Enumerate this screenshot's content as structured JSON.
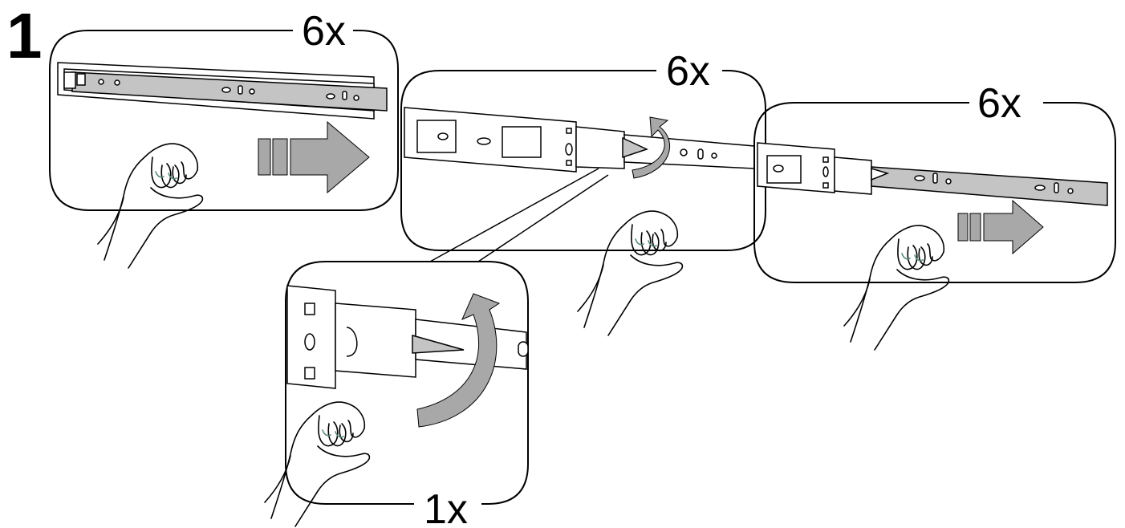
{
  "step": {
    "number": "1"
  },
  "panels": [
    {
      "id": "panel-1",
      "quantity": "6x"
    },
    {
      "id": "panel-2",
      "quantity": "6x"
    },
    {
      "id": "panel-3",
      "quantity": "6x"
    },
    {
      "id": "detail",
      "quantity": "1x"
    }
  ],
  "colors": {
    "ink": "#000000",
    "rail_fill": "#c4c4c4",
    "arrow_fill": "#a8a8a8",
    "background": "#ffffff"
  },
  "icons": [
    "hand-icon",
    "push-arrow-icon",
    "rotate-arrow-icon",
    "drawer-slide-rail"
  ]
}
